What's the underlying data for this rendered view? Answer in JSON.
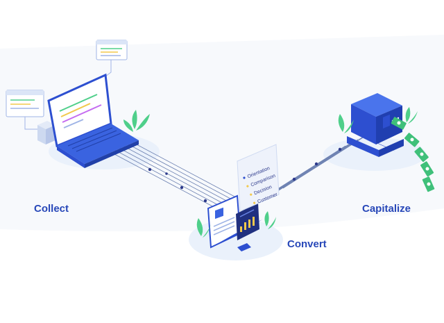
{
  "stages": {
    "collect": "Collect",
    "convert": "Convert",
    "capitalize": "Capitalize"
  },
  "convert_card": {
    "items": [
      "Orientation",
      "Comparison",
      "Decision",
      "Customer"
    ]
  },
  "colors": {
    "label": "#2747b8",
    "device_dark": "#2d4fd0",
    "device_light": "#3a63e0",
    "leaf": "#4fcf8a",
    "money": "#3fc07a",
    "platform": "#eef3fb"
  },
  "icons": [
    "laptop-icon",
    "browser-window-icon",
    "server-icon",
    "dashboard-screen-icon",
    "tablet-icon",
    "cash-machine-icon",
    "banknote-icon",
    "plant-icon"
  ]
}
